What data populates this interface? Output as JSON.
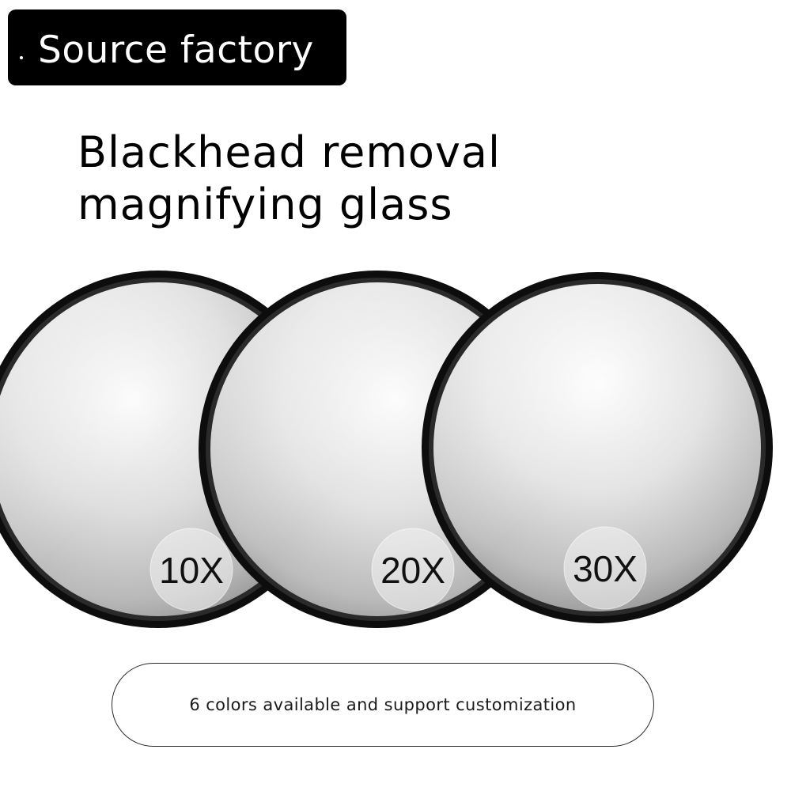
{
  "badge": {
    "label": "Source factory"
  },
  "headline": {
    "line1": "Blackhead removal",
    "line2": "magnifying glass"
  },
  "mirrors": [
    {
      "magnification": "10X"
    },
    {
      "magnification": "20X"
    },
    {
      "magnification": "30X"
    }
  ],
  "caption": {
    "text": "6 colors available and support customization"
  },
  "colors": {
    "frame": "#111111",
    "badge_background": "#000000",
    "text": "#000000"
  }
}
